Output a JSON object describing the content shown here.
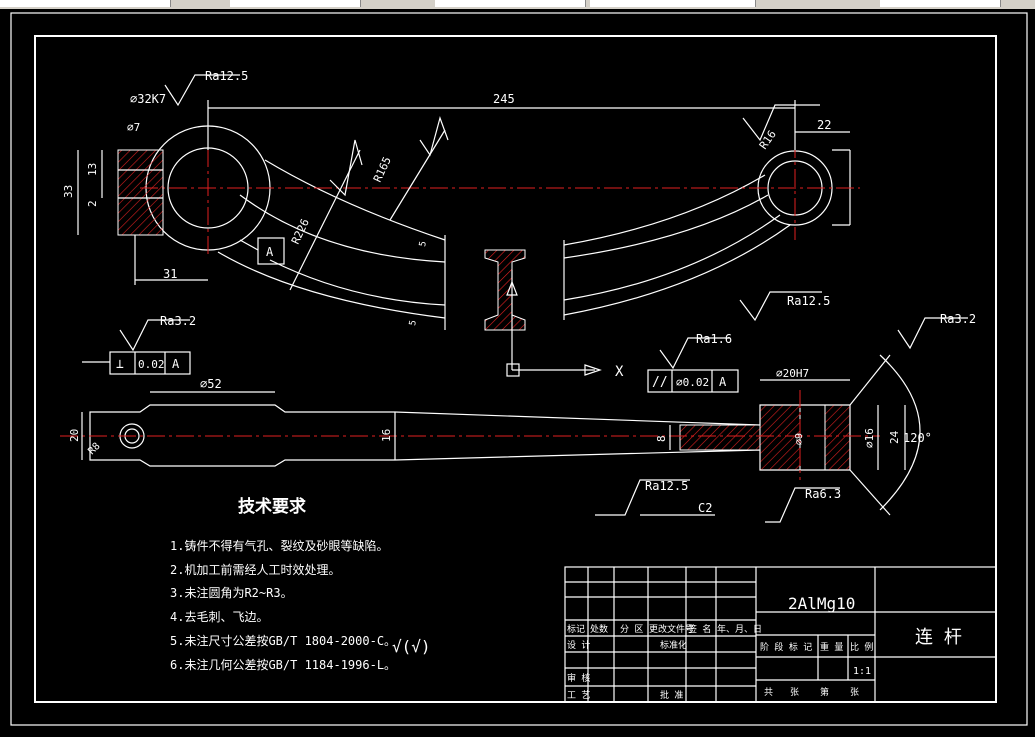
{
  "drawing": {
    "dimensions": {
      "bore_dia": "⌀32K7",
      "length": "245",
      "r_arc": "R165",
      "r_arc2": "R226",
      "r_end": "R16",
      "end_w": "22",
      "pin_dia": "⌀7",
      "h33": "33",
      "h13": "13",
      "h2": "2",
      "len31": "31",
      "rib5a": "5",
      "rib5b": "5",
      "dia52": "⌀52",
      "h20": "20",
      "r8": "R8",
      "w16": "16",
      "w8": "8",
      "dia20H7": "⌀20H7",
      "dia9": "⌀9",
      "dia16": "⌀16",
      "h24": "24",
      "ang120": "120°",
      "chamfer": "C2"
    },
    "roughness": {
      "r1": "Ra12.5",
      "r2": "Ra3.2",
      "r3": "Ra1.6",
      "r4": "Ra12.5",
      "r5": "Ra3.2",
      "r6": "Ra12.5",
      "r7": "Ra6.3"
    },
    "datum_a": "A",
    "datum_a2": "A",
    "datum_a3": "A",
    "tol_perp_value": "0.02",
    "tol_par_value": "⌀0.02",
    "axis_x": "X",
    "tech_title": "技术要求",
    "tech_notes": [
      "1.铸件不得有气孔、裂纹及砂眼等缺陷。",
      "2.机加工前需经人工时效处理。",
      "3.未注圆角为R2~R3。",
      "4.去毛刺、飞边。",
      "5.未注尺寸公差按GB/T 1804-2000-C。",
      "6.未注几何公差按GB/T 1184-1996-L。"
    ],
    "check_mark": "√(√)"
  },
  "title_block": {
    "material": "2AlMg10",
    "part_name": "连 杆",
    "scale": "1:1",
    "row_labels": {
      "biaoji": "标记",
      "chushu": "处数",
      "fenqu": "分 区",
      "gengai": "更改文件号",
      "qianming": "签 名",
      "date": "年、月、日",
      "sheji": "设 计",
      "biaozhunhua": "标准化",
      "shenhe": "审 核",
      "gongyi": "工 艺",
      "pizhun": "批 准",
      "jieduan": "阶 段 标 记",
      "zhongliang": "重 量",
      "bili": "比 例",
      "gong": "共",
      "zhang1": "张",
      "di": "第",
      "zhang2": "张"
    }
  },
  "colors": {
    "background": "#000000",
    "line": "#ffffff",
    "centerline": "#e02020",
    "toolbar": "#d4d0c8"
  }
}
